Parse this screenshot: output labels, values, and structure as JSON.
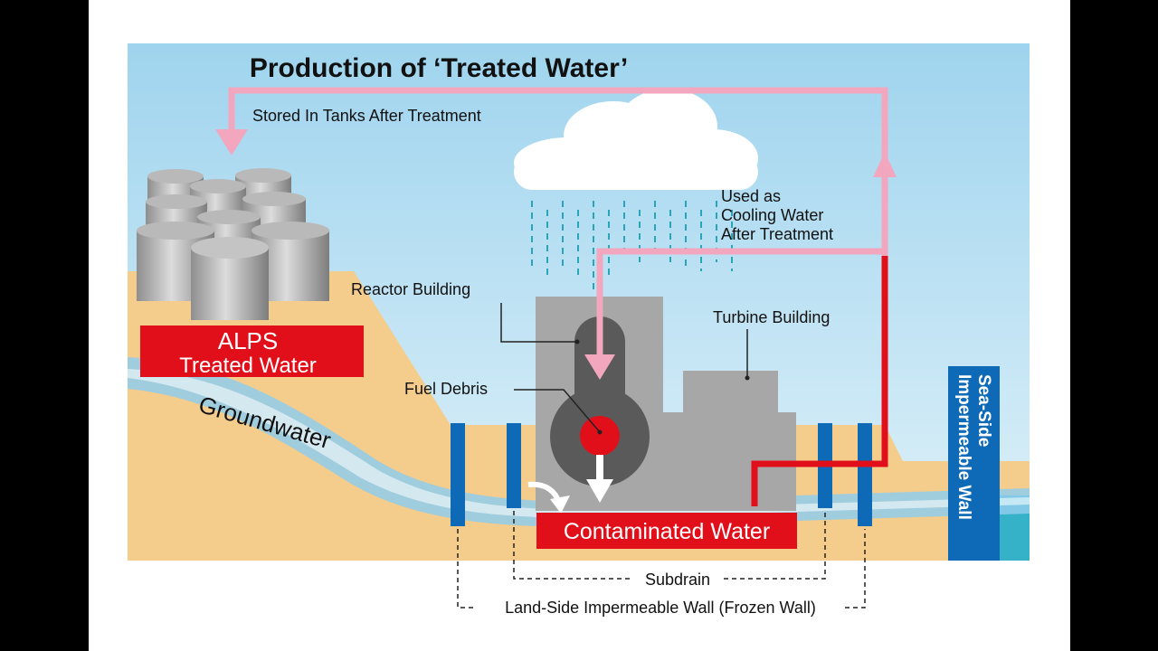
{
  "title": "Production of ‘Treated Water’",
  "labels": {
    "stored": "Stored In Tanks After Treatment",
    "cooling_line1": "Used as",
    "cooling_line2": "Cooling Water",
    "cooling_line3": "After Treatment",
    "reactor": "Reactor Building",
    "turbine": "Turbine Building",
    "fuel_debris": "Fuel Debris",
    "groundwater": "Groundwater",
    "subdrain": "Subdrain",
    "land_wall": "Land-Side Impermeable Wall (Frozen Wall)",
    "seaside_line1": "Sea-Side",
    "seaside_line2": "Impermeable Wall"
  },
  "badges": {
    "alps_line1": "ALPS",
    "alps_line2": "Treated Water",
    "contaminated": "Contaminated Water"
  },
  "colors": {
    "sky": "#a8d8ef",
    "ground": "#f4cc8c",
    "groundwater": "#7fc6ea",
    "building": "#a7a7a7",
    "reactor_core": "#5a5a5a",
    "treated_pipe": "#f2a7be",
    "contaminated_pipe": "#e10f1a",
    "label_red": "#e10f1a",
    "wall_blue": "#0e6ab6",
    "sea": "#35b2c8"
  }
}
